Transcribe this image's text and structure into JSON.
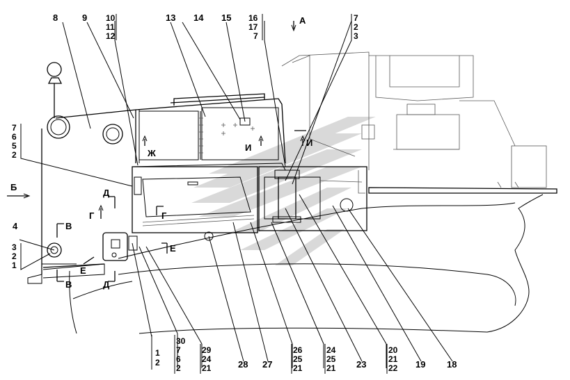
{
  "callouts_top": [
    {
      "id": "c8",
      "text": "8"
    },
    {
      "id": "c9",
      "text": "9"
    },
    {
      "id": "c10",
      "text": "10"
    },
    {
      "id": "c11",
      "text": "11"
    },
    {
      "id": "c12",
      "text": "12"
    },
    {
      "id": "c13",
      "text": "13"
    },
    {
      "id": "c14",
      "text": "14"
    },
    {
      "id": "c15",
      "text": "15"
    },
    {
      "id": "c16",
      "text": "16"
    },
    {
      "id": "c17",
      "text": "17"
    },
    {
      "id": "c7a",
      "text": "7"
    },
    {
      "id": "cA",
      "text": "А"
    },
    {
      "id": "c7b",
      "text": "7"
    },
    {
      "id": "c2b",
      "text": "2"
    },
    {
      "id": "c3b",
      "text": "3"
    }
  ],
  "callouts_left": [
    {
      "id": "l7",
      "text": "7"
    },
    {
      "id": "l6",
      "text": "6"
    },
    {
      "id": "l5",
      "text": "5"
    },
    {
      "id": "l2",
      "text": "2"
    },
    {
      "id": "lB",
      "text": "Б"
    },
    {
      "id": "l4",
      "text": "4"
    },
    {
      "id": "l3",
      "text": "3"
    },
    {
      "id": "l2b",
      "text": "2"
    },
    {
      "id": "l1",
      "text": "1"
    }
  ],
  "section_marks": [
    {
      "id": "sV1",
      "text": "В"
    },
    {
      "id": "sV2",
      "text": "В"
    },
    {
      "id": "sD1",
      "text": "Д"
    },
    {
      "id": "sD2",
      "text": "Д"
    },
    {
      "id": "sG1",
      "text": "Г"
    },
    {
      "id": "sG2",
      "text": "Г"
    },
    {
      "id": "sE1",
      "text": "Е"
    },
    {
      "id": "sE2",
      "text": "Е"
    },
    {
      "id": "sZh",
      "text": "Ж"
    },
    {
      "id": "sI1",
      "text": "И"
    },
    {
      "id": "sI2",
      "text": "И"
    }
  ],
  "callouts_bottom": [
    {
      "id": "b1",
      "text": "1"
    },
    {
      "id": "b2",
      "text": "2"
    },
    {
      "id": "b30",
      "text": "30"
    },
    {
      "id": "b7",
      "text": "7"
    },
    {
      "id": "b6",
      "text": "6"
    },
    {
      "id": "b2c",
      "text": "2"
    },
    {
      "id": "b29",
      "text": "29"
    },
    {
      "id": "b24",
      "text": "24"
    },
    {
      "id": "b21",
      "text": "21"
    },
    {
      "id": "b28",
      "text": "28"
    },
    {
      "id": "b27",
      "text": "27"
    },
    {
      "id": "b26",
      "text": "26"
    },
    {
      "id": "b25",
      "text": "25"
    },
    {
      "id": "b21b",
      "text": "21"
    },
    {
      "id": "b24b",
      "text": "24"
    },
    {
      "id": "b25b",
      "text": "25"
    },
    {
      "id": "b21c",
      "text": "21"
    },
    {
      "id": "b23",
      "text": "23"
    },
    {
      "id": "b20",
      "text": "20"
    },
    {
      "id": "b21d",
      "text": "21"
    },
    {
      "id": "b22",
      "text": "22"
    },
    {
      "id": "b19",
      "text": "19"
    },
    {
      "id": "b18",
      "text": "18"
    }
  ]
}
